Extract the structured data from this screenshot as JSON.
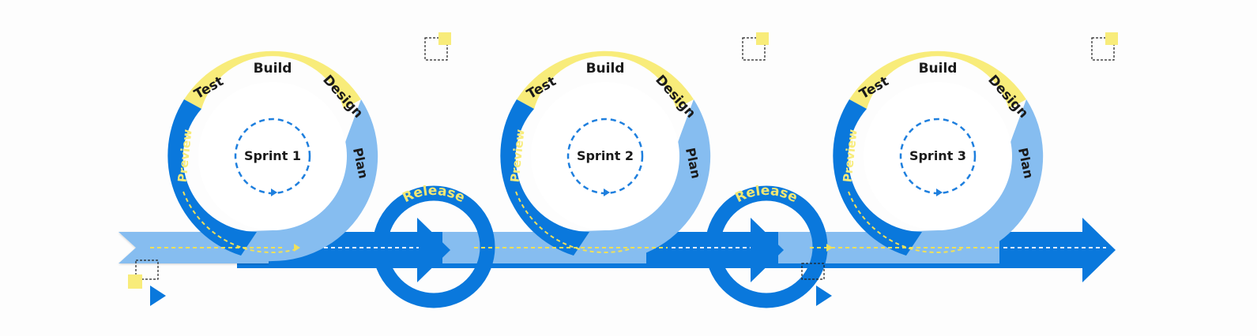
{
  "colors": {
    "yellow": "#f8ec7a",
    "dark_blue": "#0a78dc",
    "light_blue": "#86bdf0",
    "label_text": "#1a1a1a",
    "release_text": "#f3e873",
    "dashed_yellow": "#f0e05a",
    "dashed_blue": "#1e7fde"
  },
  "sprints": [
    {
      "label": "Sprint 1",
      "phases": {
        "test": "Test",
        "build": "Build",
        "design": "Design",
        "plan": "Plan",
        "preview": "Preview"
      }
    },
    {
      "label": "Sprint 2",
      "phases": {
        "test": "Test",
        "build": "Build",
        "design": "Design",
        "plan": "Plan",
        "preview": "Preview"
      }
    },
    {
      "label": "Sprint 3",
      "phases": {
        "test": "Test",
        "build": "Build",
        "design": "Design",
        "plan": "Plan",
        "preview": "Preview"
      }
    }
  ],
  "releases": [
    {
      "label": "Release"
    },
    {
      "label": "Release"
    }
  ],
  "icons": [
    "sticky-note-icon",
    "dashed-frame-icon",
    "play-triangle-icon"
  ]
}
